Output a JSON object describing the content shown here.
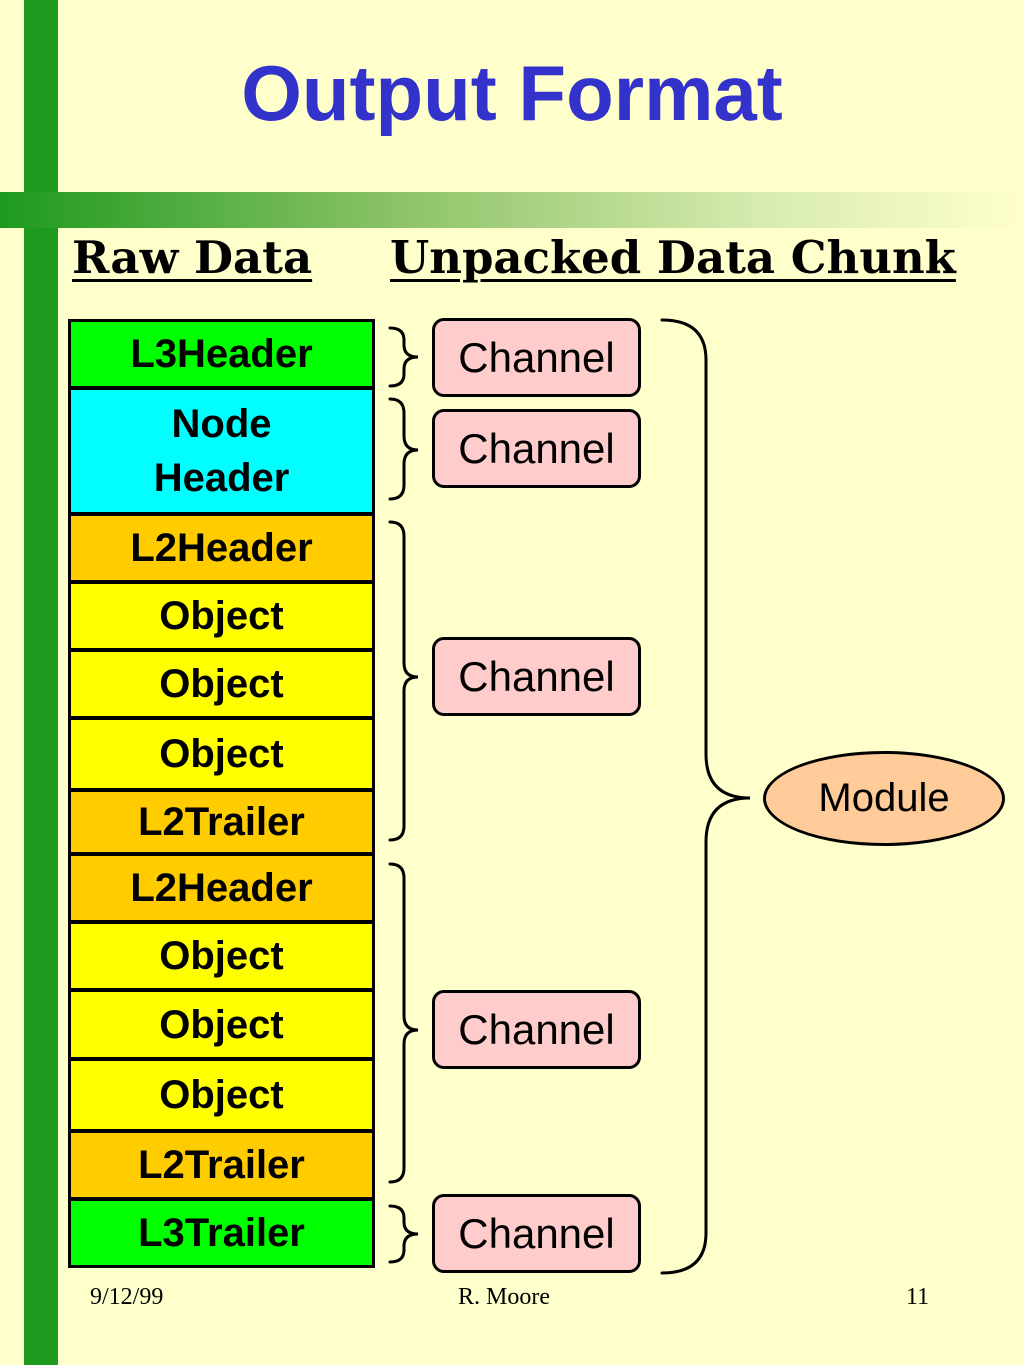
{
  "title": "Output Format",
  "headings": {
    "raw": "Raw Data",
    "unpacked": "Unpacked Data Chunk"
  },
  "blocks": [
    {
      "label": "L3Header",
      "kind": "l3"
    },
    {
      "label": "Node\nHeader",
      "kind": "node"
    },
    {
      "label": "L2Header",
      "kind": "l2"
    },
    {
      "label": "Object",
      "kind": "object"
    },
    {
      "label": "Object",
      "kind": "object"
    },
    {
      "label": "Object",
      "kind": "object"
    },
    {
      "label": "L2Trailer",
      "kind": "l2"
    },
    {
      "label": "L2Header",
      "kind": "l2"
    },
    {
      "label": "Object",
      "kind": "object"
    },
    {
      "label": "Object",
      "kind": "object"
    },
    {
      "label": "Object",
      "kind": "object"
    },
    {
      "label": "L2Trailer",
      "kind": "l2"
    },
    {
      "label": "L3Trailer",
      "kind": "l3"
    }
  ],
  "channels": [
    "Channel",
    "Channel",
    "Channel",
    "Channel",
    "Channel"
  ],
  "module": "Module",
  "footer": {
    "date": "9/12/99",
    "author": "R. Moore",
    "page": "11"
  },
  "colors": {
    "title": "#3333cc",
    "l3": "#00ff00",
    "node": "#00ffff",
    "l2": "#ffcc00",
    "object": "#ffff00",
    "channel": "#ffcccc",
    "module": "#ffcc99",
    "bar_green": "#1e9a1e"
  }
}
